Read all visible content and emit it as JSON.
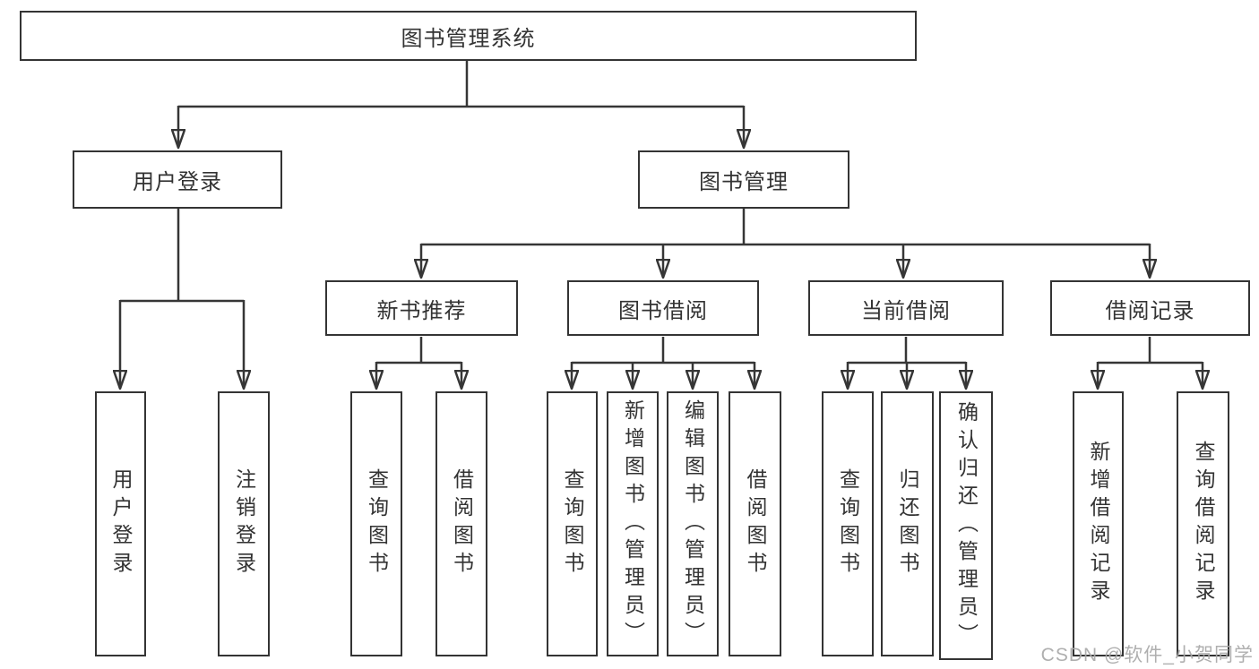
{
  "diagram": {
    "type": "hierarchy-tree",
    "title": "图书管理系统"
  },
  "tree": {
    "root": {
      "label": "图书管理系统"
    },
    "branches": [
      {
        "label": "用户登录",
        "children": [
          {
            "label": "用户登录"
          },
          {
            "label": "注销登录"
          }
        ]
      },
      {
        "label": "图书管理",
        "children": [
          {
            "label": "新书推荐",
            "children": [
              {
                "label": "查询图书"
              },
              {
                "label": "借阅图书"
              }
            ]
          },
          {
            "label": "图书借阅",
            "children": [
              {
                "label": "查询图书"
              },
              {
                "label": "新增图书（管理员）"
              },
              {
                "label": "编辑图书（管理员）"
              },
              {
                "label": "借阅图书"
              }
            ]
          },
          {
            "label": "当前借阅",
            "children": [
              {
                "label": "查询图书"
              },
              {
                "label": "归还图书"
              },
              {
                "label": "确认归还（管理员）"
              }
            ]
          },
          {
            "label": "借阅记录",
            "children": [
              {
                "label": "新增借阅记录"
              },
              {
                "label": "查询借阅记录"
              }
            ]
          }
        ]
      }
    ]
  },
  "watermark": "CSDN @软件_小贺同学",
  "colors": {
    "line": "#363636",
    "box_border": "#343434",
    "text": "#333333",
    "background": "#ffffff",
    "watermark": "#a9a9a9"
  }
}
